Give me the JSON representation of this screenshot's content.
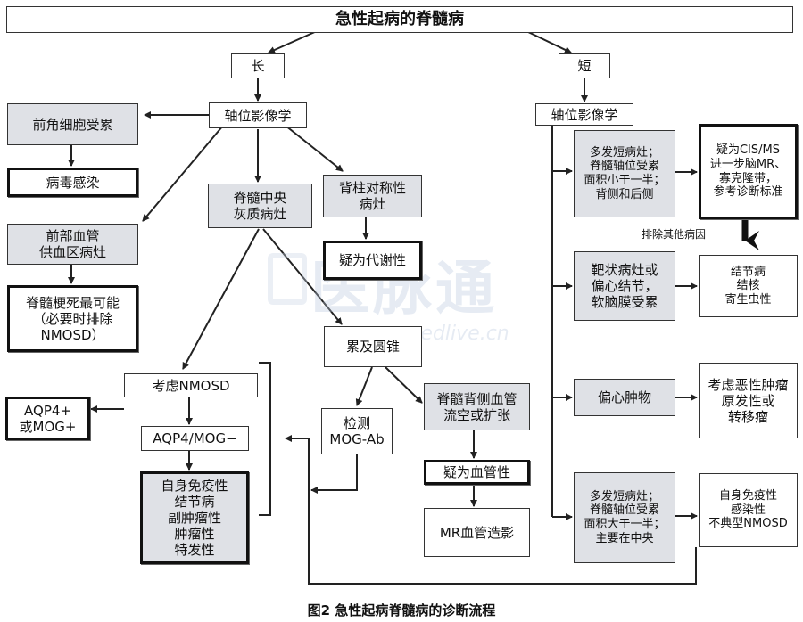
{
  "title": "急性起病的脊髓病",
  "caption": "图2 急性起病脊髓病的诊断流程",
  "watermark": {
    "cn": "医脉通",
    "en": "medlive.cn"
  },
  "left": {
    "branch": "长",
    "axial": "轴位影像学",
    "anterior_horn": "前角细胞受累",
    "viral": "病毒感染",
    "anterior_vascular": [
      "前部血管",
      "供血区病灶"
    ],
    "infarction": [
      "脊髓梗死最可能",
      "（必要时排除",
      "NMOSD）"
    ],
    "central_gray": [
      "脊髓中央",
      "灰质病灶"
    ],
    "dorsal_column": [
      "背柱对称性",
      "病灶"
    ],
    "metabolic": "疑为代谢性",
    "conus": "累及圆锥",
    "consider_nmosd": "考虑NMOSD",
    "aqp4_pos": [
      "AQP4+",
      "或MOG+"
    ],
    "aqp4_neg": "AQP4/MOG−",
    "autoimmune": [
      "自身免疫性",
      "结节病",
      "副肿瘤性",
      "肿瘤性",
      "特发性"
    ],
    "mog_test": [
      "检测",
      "MOG-Ab"
    ],
    "dorsal_flow": [
      "脊髓背侧血管",
      "流空或扩张"
    ],
    "vascular": "疑为血管性",
    "mr_angio": "MR血管造影"
  },
  "right": {
    "branch": "短",
    "axial": "轴位影像学",
    "multi_short": [
      "多发短病灶；",
      "脊髓轴位受累",
      "面积小于一半；",
      "背侧和后侧"
    ],
    "cis_ms": [
      "疑为CIS/MS",
      "进一步脑MR、",
      "寡克隆带，",
      "参考诊断标准"
    ],
    "exclude_note": "排除其他病因",
    "target": [
      "靶状病灶或",
      "偏心结节，",
      "软脑膜受累"
    ],
    "infectious": [
      "结节病",
      "结核",
      "寄生虫性"
    ],
    "eccentric_mass": "偏心肿物",
    "tumor": [
      "考虑恶性肿瘤",
      "原发性或",
      "转移瘤"
    ],
    "multi_large": [
      "多发短病灶；",
      "脊髓轴位受累",
      "面积大于一半；",
      "主要在中央"
    ],
    "autoimmune": [
      "自身免疫性",
      "感染性",
      "不典型NMOSD"
    ]
  },
  "colors": {
    "line": "#222222",
    "gray_box": "#dfe1e6",
    "watermark": "#b9c8dd"
  }
}
